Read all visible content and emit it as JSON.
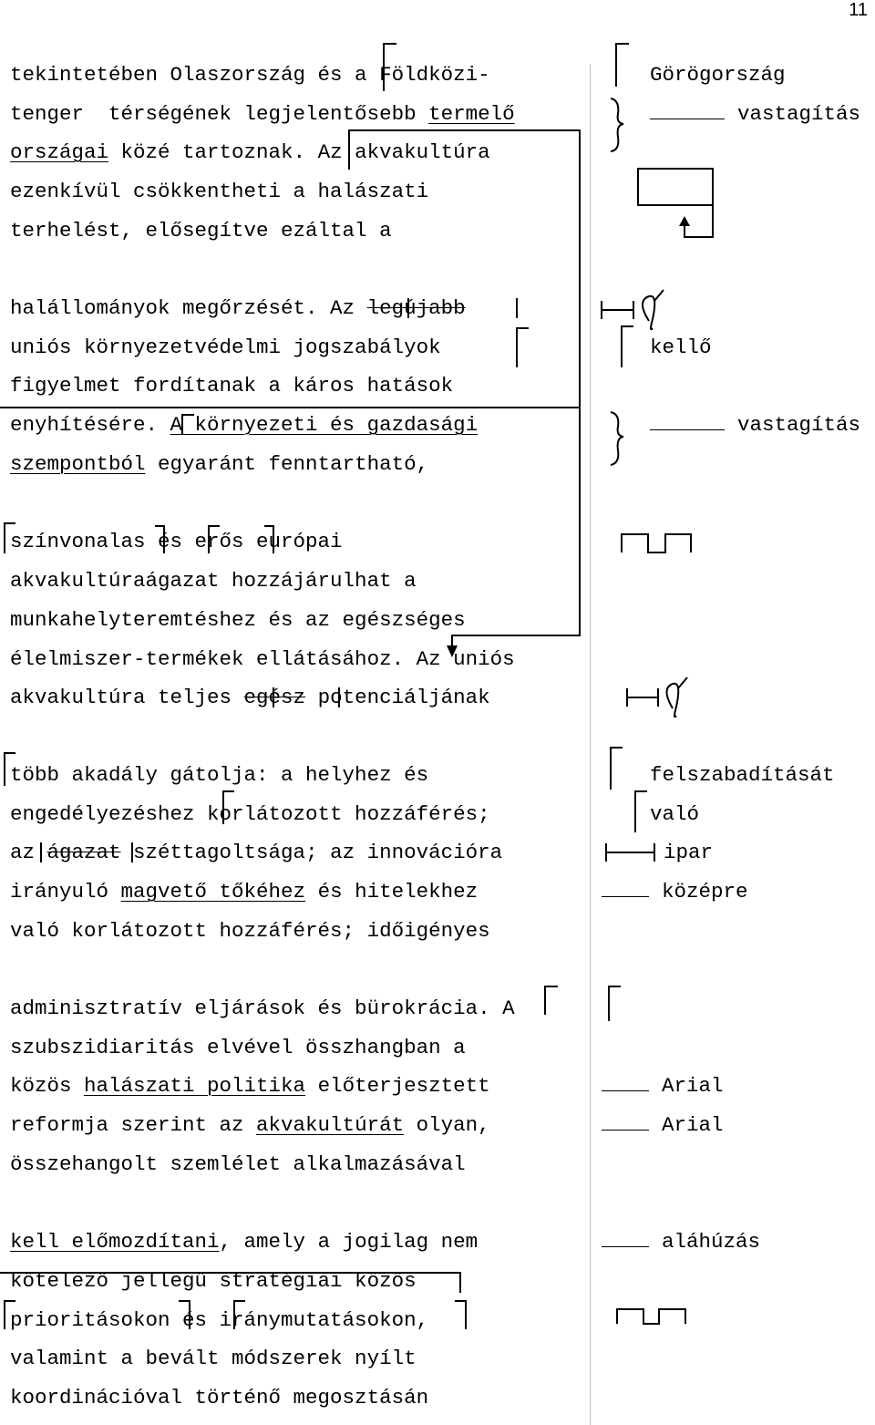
{
  "page_number": "11",
  "body_lines": [
    [
      "tekintetében Olaszország és a Földközi-"
    ],
    [
      "tenger  térségének legjelentősebb ",
      {
        "u": "termelő"
      }
    ],
    [
      {
        "u": "országai"
      },
      " közé tartoznak. Az akvakultúra"
    ],
    [
      "ezenkívül csökkentheti a halászati"
    ],
    [
      "terhelést, elősegítve ezáltal a"
    ],
    [
      "halállományok megőrzését. Az ",
      {
        "s": "legújabb"
      }
    ],
    [
      "uniós környezetvédelmi jogszabályok"
    ],
    [
      "figyelmet fordítanak a káros hatások"
    ],
    [
      "enyhítésére. ",
      {
        "u": "A környezeti és gazdasági"
      }
    ],
    [
      {
        "u": "szempontból"
      },
      " egyaránt fenntartható,"
    ],
    [
      "színvonalas és erős európai"
    ],
    [
      "akvakultúraágazat hozzájárulhat a"
    ],
    [
      "munkahelyteremtéshez és az egészséges"
    ],
    [
      "élelmiszer-termékek ellátásához. Az uniós"
    ],
    [
      "akvakultúra teljes ",
      {
        "s": "egész"
      },
      " potenciáljának"
    ],
    [
      "több akadály gátolja: a helyhez és"
    ],
    [
      "engedélyezéshez korlátozott hozzáférés;"
    ],
    [
      "az ",
      {
        "s": "ágazat"
      },
      " széttagoltsága; az innovációra"
    ],
    [
      "irányuló ",
      {
        "u": "magvető tőkéhez"
      },
      " és hitelekhez"
    ],
    [
      "való korlátozott hozzáférés; időigényes"
    ],
    [
      "adminisztratív eljárások és bürokrácia. A"
    ],
    [
      "szubszidiaritás elvével összhangban a"
    ],
    [
      "közös ",
      {
        "u": "halászati politika"
      },
      " előterjesztett"
    ],
    [
      "reformja szerint az ",
      {
        "u": "akvakultúrát"
      },
      " olyan,"
    ],
    [
      "összehangolt szemlélet alkalmazásával"
    ],
    [
      {
        "u": "kell előmozdítani"
      },
      ", amely a jogilag nem"
    ],
    [
      "kötelező jellegű stratégiai közös"
    ],
    [
      "prioritásokon és iránymutatásokon,"
    ],
    [
      "valamint a bevált módszerek nyílt"
    ],
    [
      "koordinációval történő megosztásán"
    ]
  ],
  "margin_notes": {
    "n1": "Görögország",
    "n2": "vastagítás",
    "n3": "kellő",
    "n4": "vastagítás",
    "n5": "felszabadítását",
    "n6": "való",
    "n7": "ipar",
    "n8": "középre",
    "n9": "Arial",
    "n10": "Arial",
    "n11": "aláhúzás"
  }
}
